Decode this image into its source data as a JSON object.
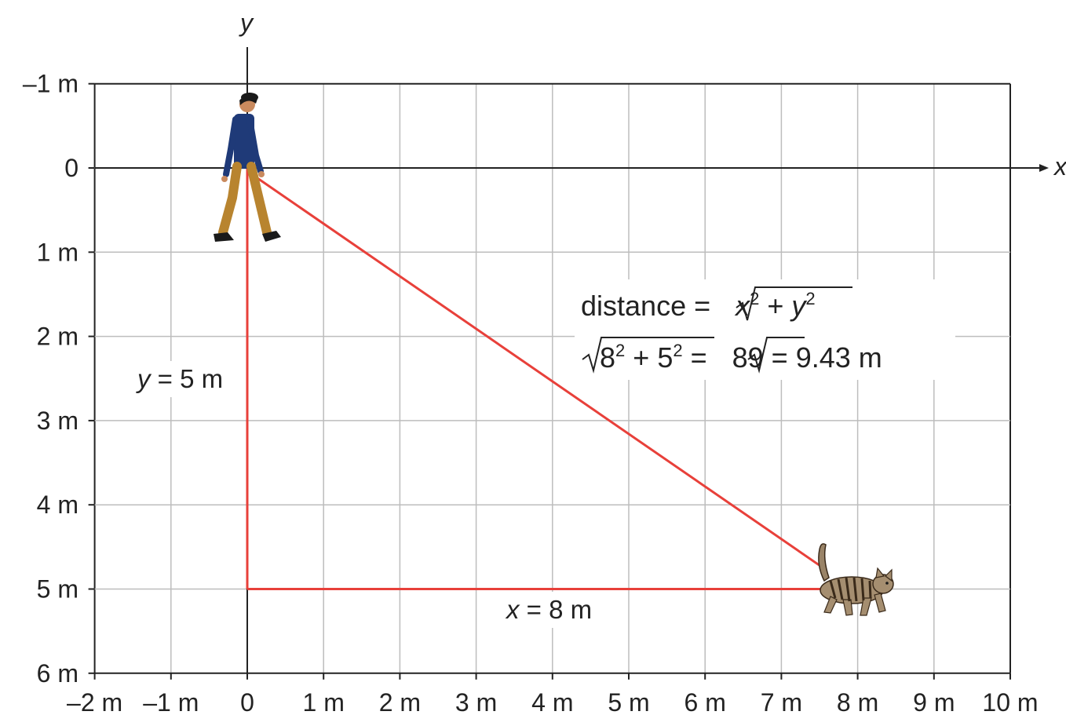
{
  "axes": {
    "x_title": "x",
    "y_title": "y",
    "x_ticks": [
      "–2 m",
      "–1 m",
      "0",
      "1 m",
      "2 m",
      "3 m",
      "4 m",
      "5 m",
      "6 m",
      "7 m",
      "8 m",
      "9 m",
      "10 m"
    ],
    "y_ticks": [
      "–1 m",
      "0",
      "1 m",
      "2 m",
      "3 m",
      "4 m",
      "5 m",
      "6 m"
    ]
  },
  "triangle": {
    "person_at": [
      0,
      0
    ],
    "cat_at": [
      8,
      5
    ],
    "corner_at": [
      0,
      5
    ],
    "line_color": "#e8403a"
  },
  "labels": {
    "y_leg": {
      "var": "y",
      "text": " = 5 m"
    },
    "x_leg": {
      "var": "x",
      "text": " = 8 m"
    }
  },
  "formula": {
    "line1": {
      "prefix": "distance = ",
      "x": "x",
      "exp_x": "2",
      "plus": " + ",
      "y": "y",
      "exp_y": "2"
    },
    "line2": {
      "a": "8",
      "exp_a": "2",
      "plus": " + ",
      "b": "5",
      "exp_b": "2",
      "mid": " = ",
      "c": "89",
      "result": " = 9.43 m"
    }
  },
  "icons": {
    "person": "walking-person-icon",
    "cat": "tabby-cat-icon"
  }
}
